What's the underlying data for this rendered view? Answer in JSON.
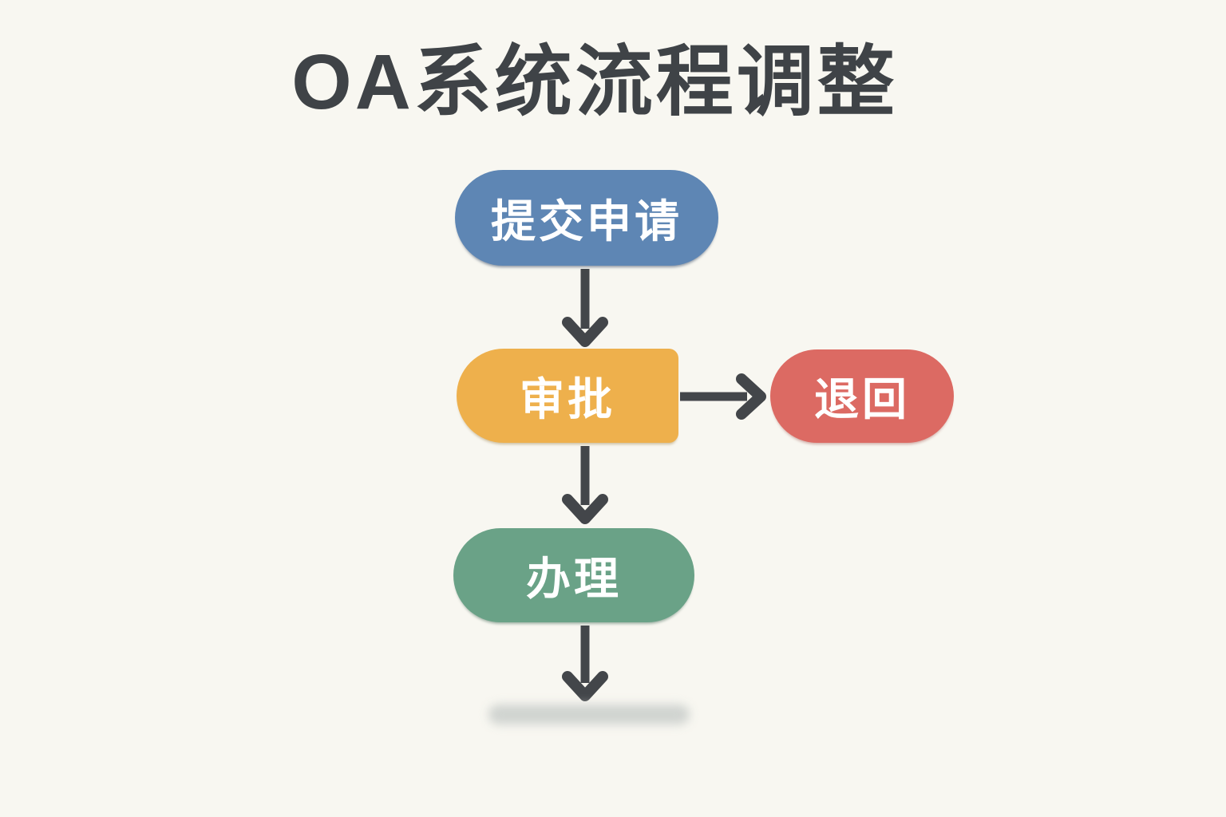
{
  "title": "OA系统流程调整",
  "colors": {
    "background": "#f8f7f1",
    "title_text": "#3f4347",
    "arrow": "#43464a",
    "node_text": "#ffffff",
    "submit_node": "#5e86b4",
    "approve_node": "#eeb04c",
    "return_node": "#dc6a63",
    "process_node": "#6aa287",
    "ground_shadow": "#ccd0cd"
  },
  "nodes": [
    {
      "id": "submit",
      "label": "提交申请",
      "color": "#5e86b4",
      "shape": "pill"
    },
    {
      "id": "approve",
      "label": "审批",
      "color": "#eeb04c",
      "shape": "pill-left-rounded"
    },
    {
      "id": "return",
      "label": "退回",
      "color": "#dc6a63",
      "shape": "pill"
    },
    {
      "id": "process",
      "label": "办理",
      "color": "#6aa287",
      "shape": "pill"
    }
  ],
  "edges": [
    {
      "from": "submit",
      "to": "approve",
      "direction": "down"
    },
    {
      "from": "approve",
      "to": "return",
      "direction": "right"
    },
    {
      "from": "approve",
      "to": "process",
      "direction": "down"
    },
    {
      "from": "process",
      "to": "end",
      "direction": "down"
    }
  ]
}
